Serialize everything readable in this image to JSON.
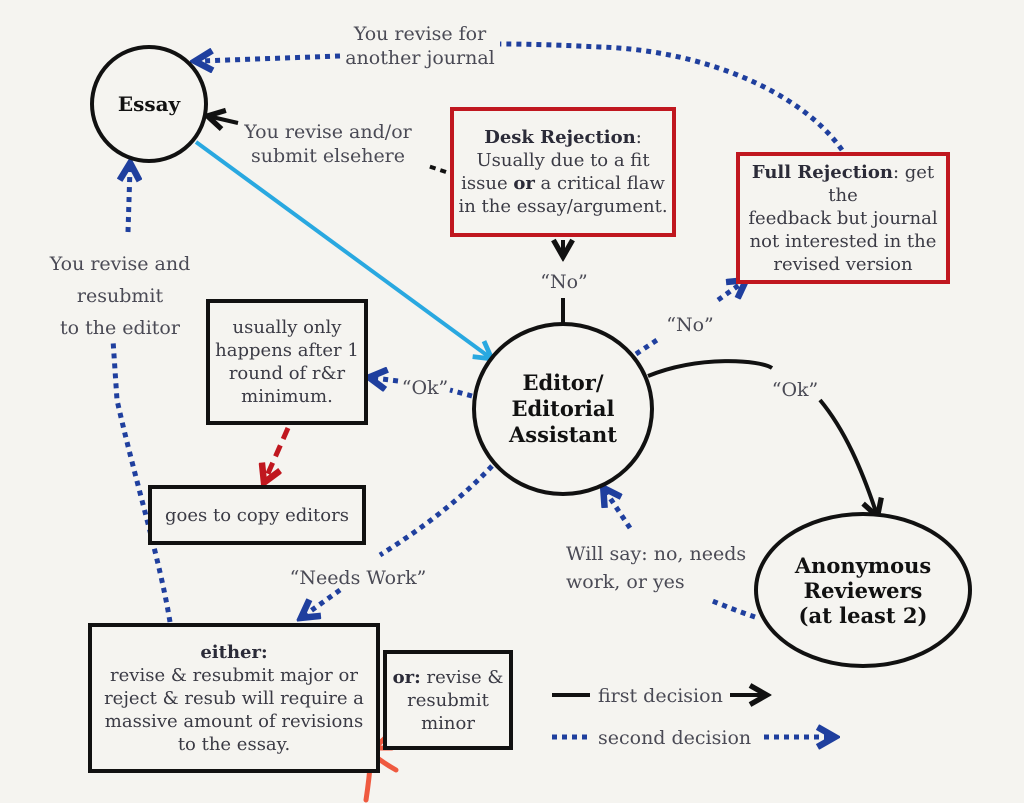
{
  "nodes": {
    "essay": "Essay",
    "editor": [
      "Editor/",
      "Editorial",
      "Assistant"
    ],
    "reviewers": [
      "Anonymous",
      "Reviewers",
      "(at least 2)"
    ],
    "desk_rejection": {
      "title": "Desk Rejection",
      "line1": "Usually due to a fit",
      "line2_a": "issue ",
      "line2_or": "or",
      "line2_b": " a critical flaw",
      "line3": "in the essay/argument."
    },
    "full_rejection": {
      "title": "Full Rejection",
      "title_rest": ": get the",
      "line2": "feedback but journal",
      "line3": "not interested in the",
      "line4": "revised version"
    },
    "rr_note": [
      "usually only",
      "happens after 1",
      "round of r&r",
      "minimum."
    ],
    "copy_editors": "goes to copy editors",
    "either": {
      "title": "either:",
      "lines": [
        "revise & resubmit major or",
        "reject & resub will require a",
        "massive amount of revisions",
        "to the essay."
      ]
    },
    "or_box": {
      "title": "or:",
      "line1_rest": " revise &",
      "line2": "resubmit",
      "line3": "minor"
    }
  },
  "labels": {
    "revise_another": [
      "You revise for",
      "another journal"
    ],
    "revise_elsewhere": [
      "You revise and/or",
      "submit elsehere"
    ],
    "revise_resubmit": [
      "You revise and",
      "resubmit",
      "to the editor"
    ],
    "no_desk": "“No”",
    "no_full": "“No”",
    "ok_left": "“Ok”",
    "ok_right": "“Ok”",
    "needs_work": "“Needs Work”",
    "will_say": [
      "Will say: no, needs",
      "work, or yes"
    ]
  },
  "legend": {
    "first": "first decision",
    "second": "second decision"
  },
  "colors": {
    "black": "#111111",
    "blue_dotted": "#1f3f9e",
    "light_blue": "#29a8e0",
    "red": "#c0171f",
    "asterisk": "#ef5a40"
  }
}
